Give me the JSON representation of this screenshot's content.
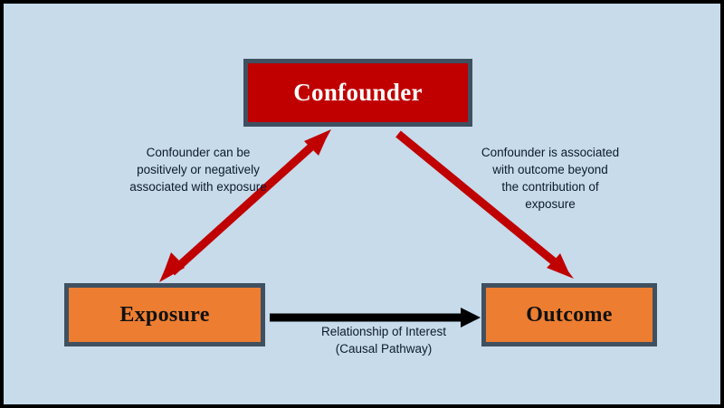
{
  "diagram": {
    "title_concept": "Confounder triangle diagram",
    "background_color": "#c7dbeb",
    "frame_color": "#000000",
    "nodes": [
      {
        "id": "confounder",
        "label": "Confounder",
        "fill": "#c00000",
        "border": "#3f5061",
        "text_color": "#ffffff"
      },
      {
        "id": "exposure",
        "label": "Exposure",
        "fill": "#ed7d31",
        "border": "#3f5061",
        "text_color": "#111111"
      },
      {
        "id": "outcome",
        "label": "Outcome",
        "fill": "#ed7d31",
        "border": "#3f5061",
        "text_color": "#111111"
      }
    ],
    "annotations": {
      "left": "Confounder can be\npositively or negatively\nassociated with exposure",
      "right": "Confounder is associated\nwith outcome beyond\nthe contribution of\nexposure",
      "center": "Relationship of Interest\n(Causal Pathway)"
    },
    "arrows": [
      {
        "id": "exposure-confounder",
        "color": "#c00000",
        "heads": "both",
        "from": "Exposure",
        "to": "Confounder"
      },
      {
        "id": "confounder-outcome",
        "color": "#c00000",
        "heads": "end",
        "from": "Confounder",
        "to": "Outcome"
      },
      {
        "id": "exposure-outcome",
        "color": "#000000",
        "heads": "end",
        "from": "Exposure",
        "to": "Outcome"
      }
    ]
  }
}
